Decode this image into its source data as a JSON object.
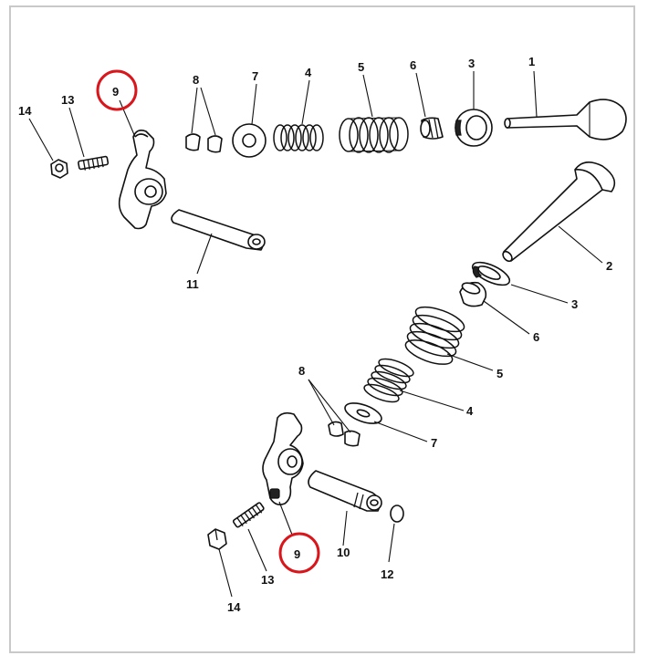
{
  "diagram": {
    "highlight_color": "#d9161c",
    "callouts": {
      "upper": {
        "p1": "1",
        "p3": "3",
        "p6": "6",
        "p5": "5",
        "p4": "4",
        "p7": "7",
        "p8": "8",
        "p9": "9",
        "p13": "13",
        "p14": "14",
        "p11": "11"
      },
      "lower": {
        "p2": "2",
        "p3": "3",
        "p6": "6",
        "p5": "5",
        "p4": "4",
        "p7": "7",
        "p8": "8",
        "p9": "9",
        "p10": "10",
        "p12": "12",
        "p13": "13",
        "p14": "14"
      }
    },
    "highlighted_parts": [
      "9",
      "9"
    ]
  }
}
